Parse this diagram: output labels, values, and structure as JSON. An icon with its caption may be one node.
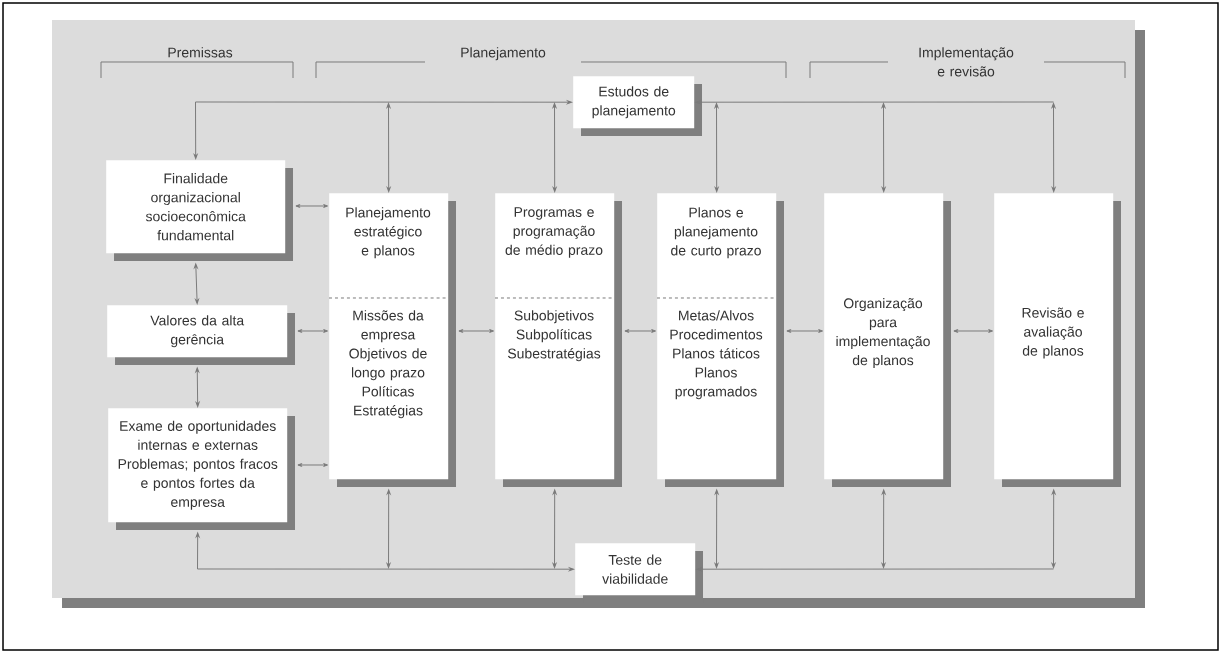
{
  "diagram": {
    "nodes": [
      {
        "text": [
          "Estudos de planejamento"
        ]
      },
      {
        "text": [
          "Finalidade organizacional socioeconômica fundamental"
        ]
      },
      {
        "text": [
          "Valores da alta gerência"
        ]
      },
      {
        "text": [
          "Exame de oportunidades internas e externas Problemas; pontos fracos e pontos fortes da empresa"
        ]
      },
      {
        "text": [
          "Planejamento estratégico e planos",
          "Missões da empresa Objetivos de longo prazo Políticas Estratégias"
        ]
      },
      {
        "text": [
          "Programas e programação de médio prazo",
          "Subobjetivos Subpolíticas Subestratégias"
        ]
      },
      {
        "text": [
          "Planos e planejamento de curto prazo",
          "Metas/Alvos Procedimentos Planos táticos Planos programados"
        ]
      },
      {
        "text": [
          "Organização para implementação de planos"
        ]
      },
      {
        "text": [
          "Revisão e avaliação de planos"
        ]
      },
      {
        "text": [
          "Teste de viabilidade"
        ]
      }
    ],
    "edges": [
      {
        "from": 1,
        "to": 0,
        "arrow": "both"
      },
      {
        "from": 4,
        "to": 0,
        "arrow": "both"
      },
      {
        "from": 5,
        "to": 0,
        "arrow": "both"
      },
      {
        "from": 6,
        "to": 0,
        "arrow": "both"
      },
      {
        "from": 7,
        "to": 0,
        "arrow": "both"
      },
      {
        "from": 8,
        "to": 0,
        "arrow": "both"
      },
      {
        "from": 1,
        "to": 4,
        "arrow": "both"
      },
      {
        "from": 1,
        "to": 2,
        "arrow": "both"
      },
      {
        "from": 2,
        "to": 4,
        "arrow": "both"
      },
      {
        "from": 4,
        "to": 5,
        "arrow": "both"
      },
      {
        "from": 5,
        "to": 6,
        "arrow": "both"
      },
      {
        "from": 6,
        "to": 7,
        "arrow": "both"
      },
      {
        "from": 7,
        "to": 8,
        "arrow": "both"
      },
      {
        "from": 2,
        "to": 3,
        "arrow": "both"
      },
      {
        "from": 3,
        "to": 4,
        "arrow": "both"
      },
      {
        "from": 3,
        "to": 9,
        "arrow": "both"
      },
      {
        "from": 4,
        "to": 9,
        "arrow": "both"
      },
      {
        "from": 5,
        "to": 9,
        "arrow": "both"
      },
      {
        "from": 6,
        "to": 9,
        "arrow": "both"
      },
      {
        "from": 7,
        "to": 9,
        "arrow": "both"
      },
      {
        "from": 8,
        "to": 9,
        "arrow": "both"
      }
    ],
    "labels": [
      "Premissas",
      "Planejamento",
      "Implementação e revisão"
    ]
  }
}
